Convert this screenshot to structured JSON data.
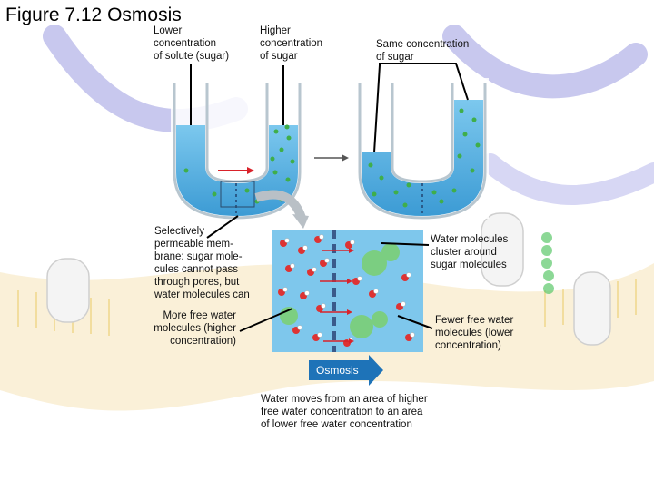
{
  "figure": {
    "title": "Figure 7.12 Osmosis"
  },
  "labels": {
    "lower_conc": "Lower\nconcentration\nof solute (sugar)",
    "higher_conc": "Higher\nconcentration\nof sugar",
    "same_conc": "Same concentration\nof sugar",
    "membrane": "Selectively\npermeable mem-\nbrane: sugar mole-\ncules cannot pass\nthrough pores, but\nwater molecules can",
    "water_cluster": "Water molecules\ncluster around\nsugar molecules",
    "more_free": "More free water\nmolecules (higher\nconcentration)",
    "fewer_free": "Fewer free water\nmolecules (lower\nconcentration)",
    "osmosis_arrow": "Osmosis",
    "caption": "Water moves from an area of higher\nfree water concentration to an area\nof lower free water concentration"
  },
  "colors": {
    "water": "#5fb8e6",
    "water_dark": "#2e8ccc",
    "sugar": "#3fae4a",
    "tube_glass": "#e8eef2",
    "arrow_red": "#d9222a",
    "osmosis_arrow": "#1e73b8",
    "membrane_bg": "#f2d7a0",
    "lipid_purple": "#8f8fd8"
  }
}
